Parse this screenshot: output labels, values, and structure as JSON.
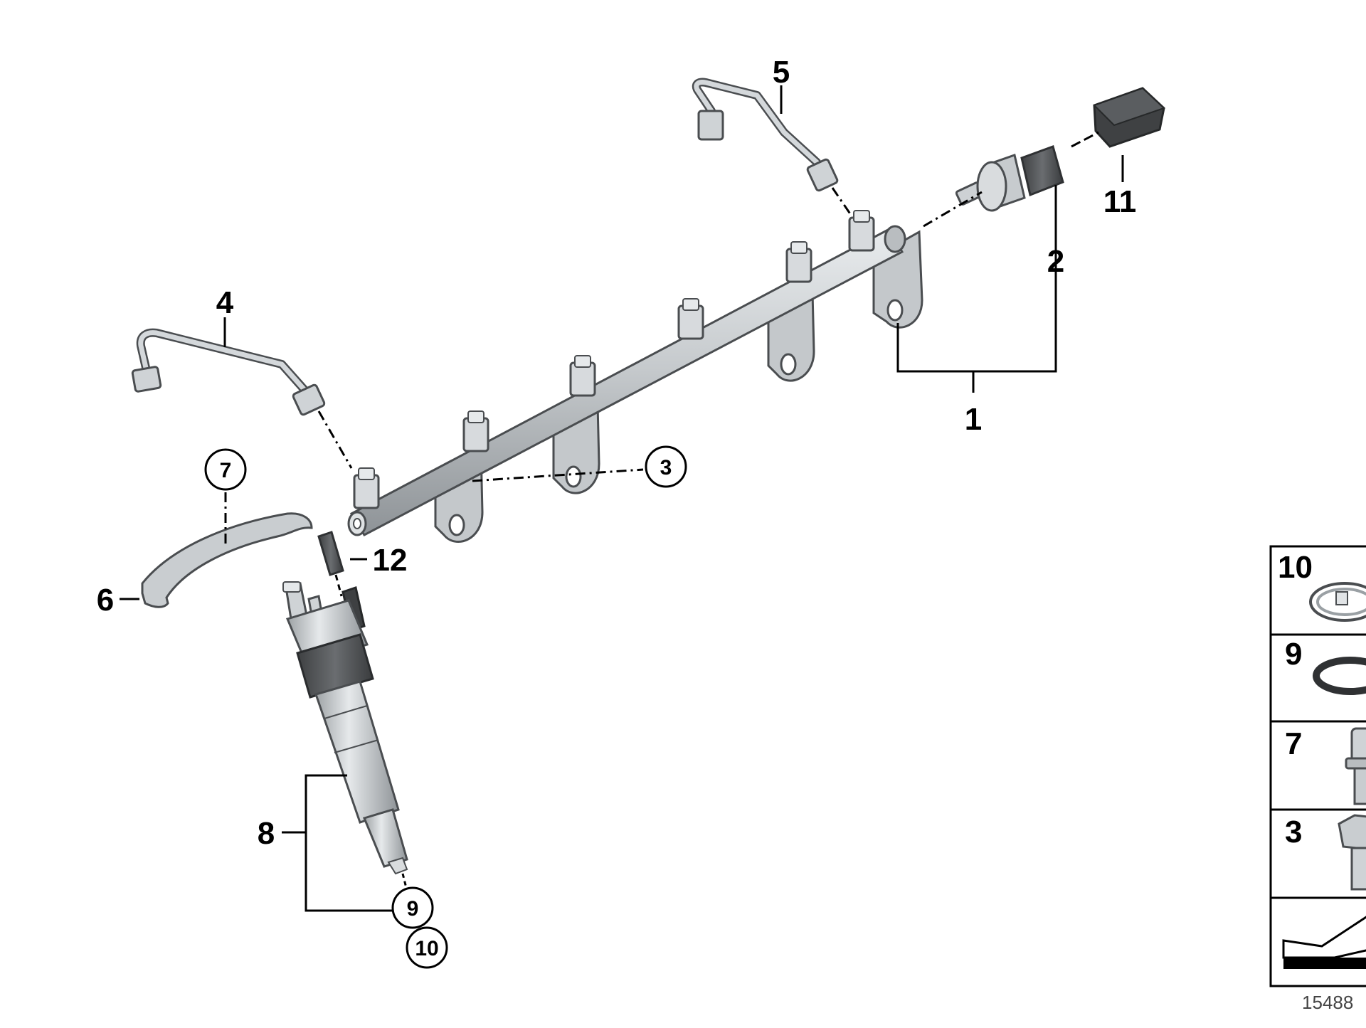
{
  "diagram": {
    "parts": {
      "rail": "1",
      "pressure_sensor": "2",
      "bracket_bolt": "3",
      "fuel_line_left": "4",
      "fuel_line_right": "5",
      "clamp_plate": "6",
      "clamp_screw": "7",
      "injector": "8",
      "o_ring": "9",
      "seal_ring": "10",
      "connector_plug": "11",
      "sleeve": "12"
    },
    "kit_panel": {
      "rows": [
        "10",
        "9",
        "7",
        "3"
      ]
    },
    "reference_number": "15488"
  },
  "colors": {
    "metal": "#c9cdd0",
    "metal_dark": "#8d9296",
    "outline": "#4a4d50",
    "plastic_dark": "#4d4f51",
    "line": "#000000"
  }
}
